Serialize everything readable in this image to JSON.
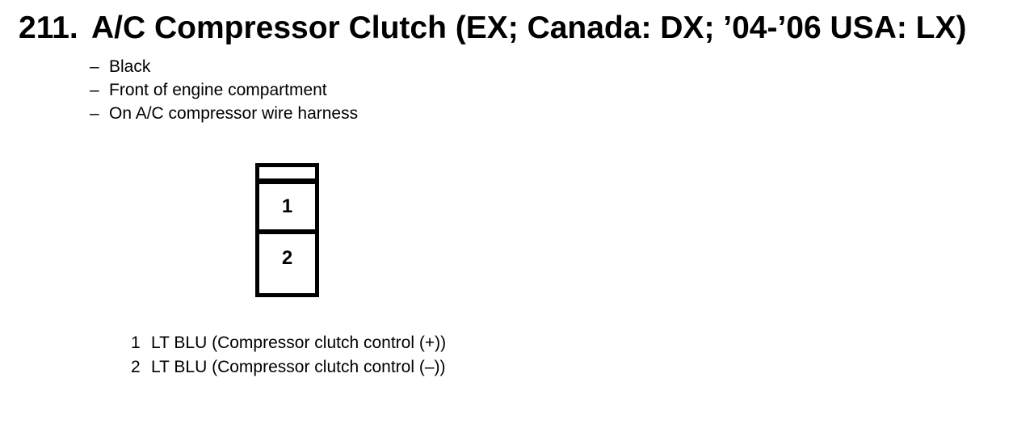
{
  "page": {
    "background_color": "#ffffff",
    "ink_color": "#000000"
  },
  "title": {
    "number": "211.",
    "text": "A/C Compressor Clutch (EX; Canada: DX; ’04-’06 USA: LX)"
  },
  "notes": [
    {
      "bullet": "–",
      "text": "Black"
    },
    {
      "bullet": "–",
      "text": "Front of engine compartment"
    },
    {
      "bullet": "–",
      "text": "On A/C compressor wire harness"
    }
  ],
  "connector": {
    "cavities": [
      {
        "number": "1"
      },
      {
        "number": "2"
      }
    ]
  },
  "pins": [
    {
      "number": "1",
      "description": "LT BLU (Compressor clutch control (+))"
    },
    {
      "number": "2",
      "description": "LT BLU (Compressor clutch control (–))"
    }
  ]
}
